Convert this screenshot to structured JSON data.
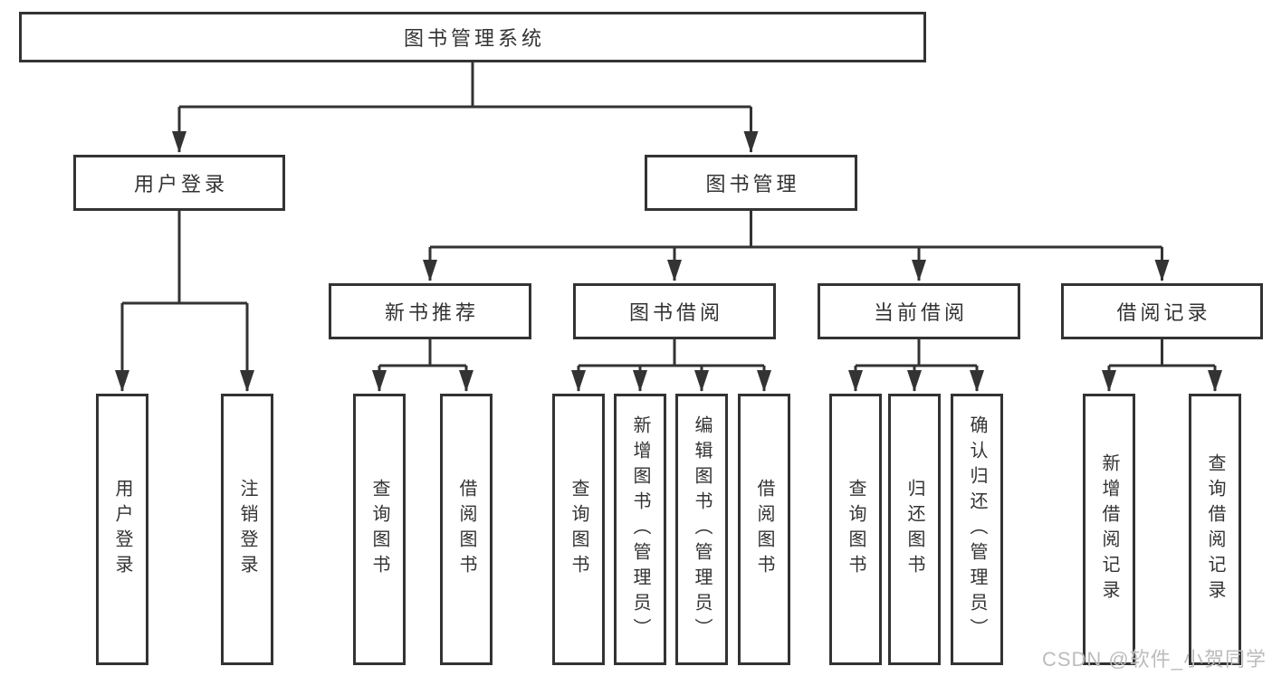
{
  "diagram": {
    "title": "图书管理系统",
    "branches": [
      {
        "label": "用户登录",
        "children": [
          {
            "label": "用户登录"
          },
          {
            "label": "注销登录"
          }
        ]
      },
      {
        "label": "图书管理",
        "children": [
          {
            "label": "新书推荐",
            "children": [
              {
                "label": "查询图书"
              },
              {
                "label": "借阅图书"
              }
            ]
          },
          {
            "label": "图书借阅",
            "children": [
              {
                "label": "查询图书"
              },
              {
                "label": "新增图书（管理员）"
              },
              {
                "label": "编辑图书（管理员）"
              },
              {
                "label": "借阅图书"
              }
            ]
          },
          {
            "label": "当前借阅",
            "children": [
              {
                "label": "查询图书"
              },
              {
                "label": "归还图书"
              },
              {
                "label": "确认归还（管理员）"
              }
            ]
          },
          {
            "label": "借阅记录",
            "children": [
              {
                "label": "新增借阅记录"
              },
              {
                "label": "查询借阅记录"
              }
            ]
          }
        ]
      }
    ]
  },
  "watermark": {
    "text": "CSDN @软件_小贺同学"
  },
  "colors": {
    "line": "#333333",
    "box_border": "#333333",
    "text": "#333333",
    "box_background": "#ffffff",
    "page_background": "#ffffff",
    "watermark": "#bcbcbc"
  }
}
